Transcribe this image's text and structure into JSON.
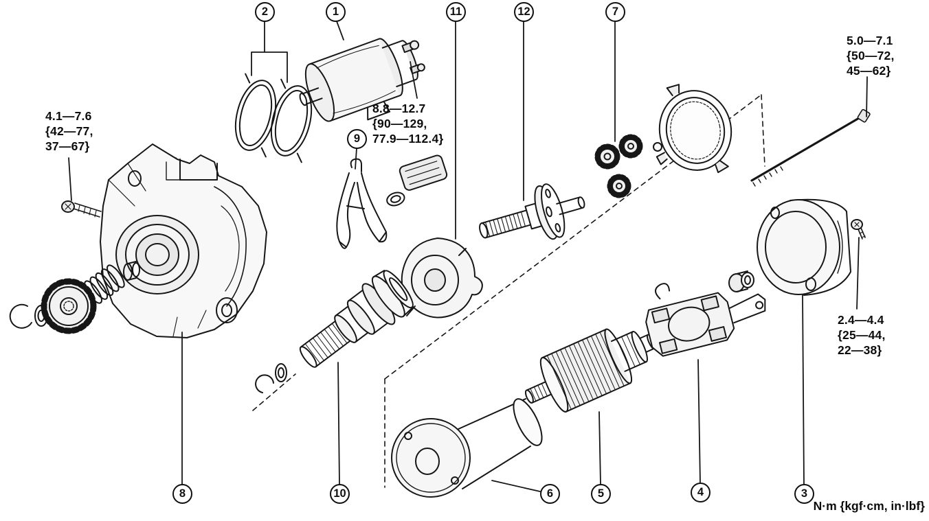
{
  "diagram": {
    "type": "exploded-parts-diagram",
    "units_note": "N·m {kgf·cm, in·lbf}",
    "callouts": [
      {
        "number": "1"
      },
      {
        "number": "2"
      },
      {
        "number": "3"
      },
      {
        "number": "4"
      },
      {
        "number": "5"
      },
      {
        "number": "6"
      },
      {
        "number": "7"
      },
      {
        "number": "8"
      },
      {
        "number": "9"
      },
      {
        "number": "10"
      },
      {
        "number": "11"
      },
      {
        "number": "12"
      }
    ],
    "torque_specs": [
      {
        "lines": [
          "4.1—7.6",
          "{42—77,",
          "37—67}"
        ]
      },
      {
        "lines": [
          "8.8—12.7",
          "{90—129,",
          "77.9—112.4}"
        ]
      },
      {
        "lines": [
          "5.0—7.1",
          "{50—72,",
          "45—62}"
        ]
      },
      {
        "lines": [
          "2.4—4.4",
          "{25—44,",
          "22—38}"
        ]
      }
    ]
  }
}
